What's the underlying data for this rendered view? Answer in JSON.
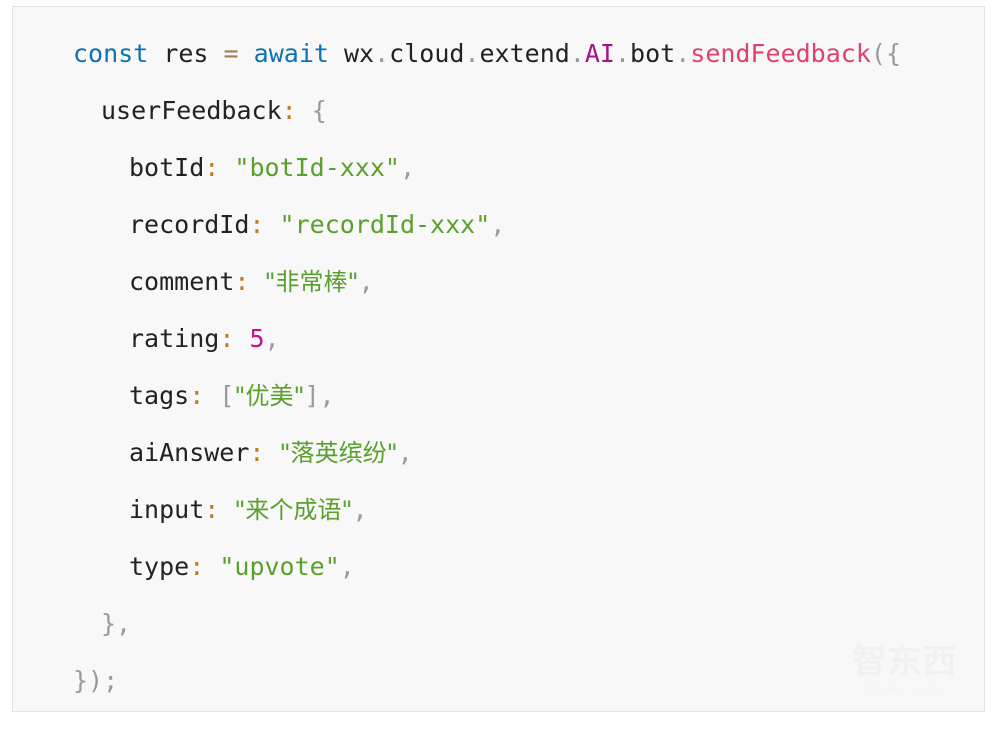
{
  "card": {
    "background": "#f8f8f8",
    "border_color": "#e2e2e2"
  },
  "palette": {
    "keyword": "#0d72b5",
    "operator": "#a0814e",
    "dot": "#9a9a9a",
    "class": "#a3148a",
    "function": "#e2416b",
    "punctuation": "#9a9a9a",
    "property": "#222222",
    "colon": "#bf7b20",
    "string": "#5aa02c",
    "number": "#c2158a",
    "plain": "#222222"
  },
  "code": {
    "language": "javascript",
    "lines": [
      {
        "indent": 0,
        "tokens": [
          {
            "t": "const",
            "k": "kw"
          },
          {
            "t": " ",
            "k": "plain"
          },
          {
            "t": "res",
            "k": "plain"
          },
          {
            "t": " ",
            "k": "plain"
          },
          {
            "t": "=",
            "k": "op"
          },
          {
            "t": " ",
            "k": "plain"
          },
          {
            "t": "await",
            "k": "kw"
          },
          {
            "t": " ",
            "k": "plain"
          },
          {
            "t": "wx",
            "k": "plain"
          },
          {
            "t": ".",
            "k": "dot"
          },
          {
            "t": "cloud",
            "k": "plain"
          },
          {
            "t": ".",
            "k": "dot"
          },
          {
            "t": "extend",
            "k": "plain"
          },
          {
            "t": ".",
            "k": "dot"
          },
          {
            "t": "AI",
            "k": "class"
          },
          {
            "t": ".",
            "k": "dot"
          },
          {
            "t": "bot",
            "k": "plain"
          },
          {
            "t": ".",
            "k": "dot"
          },
          {
            "t": "sendFeedback",
            "k": "func"
          },
          {
            "t": "({",
            "k": "punct"
          }
        ]
      },
      {
        "indent": 1,
        "tokens": [
          {
            "t": "userFeedback",
            "k": "prop"
          },
          {
            "t": ":",
            "k": "colon"
          },
          {
            "t": " ",
            "k": "plain"
          },
          {
            "t": "{",
            "k": "punct"
          }
        ]
      },
      {
        "indent": 2,
        "tokens": [
          {
            "t": "botId",
            "k": "prop"
          },
          {
            "t": ":",
            "k": "colon"
          },
          {
            "t": " ",
            "k": "plain"
          },
          {
            "t": "\"botId-xxx\"",
            "k": "str"
          },
          {
            "t": ",",
            "k": "punct"
          }
        ]
      },
      {
        "indent": 2,
        "tokens": [
          {
            "t": "recordId",
            "k": "prop"
          },
          {
            "t": ":",
            "k": "colon"
          },
          {
            "t": " ",
            "k": "plain"
          },
          {
            "t": "\"recordId-xxx\"",
            "k": "str"
          },
          {
            "t": ",",
            "k": "punct"
          }
        ]
      },
      {
        "indent": 2,
        "tokens": [
          {
            "t": "comment",
            "k": "prop"
          },
          {
            "t": ":",
            "k": "colon"
          },
          {
            "t": " ",
            "k": "plain"
          },
          {
            "t": "\"非常棒\"",
            "k": "str",
            "cjk": true
          },
          {
            "t": ",",
            "k": "punct"
          }
        ]
      },
      {
        "indent": 2,
        "tokens": [
          {
            "t": "rating",
            "k": "prop"
          },
          {
            "t": ":",
            "k": "colon"
          },
          {
            "t": " ",
            "k": "plain"
          },
          {
            "t": "5",
            "k": "num"
          },
          {
            "t": ",",
            "k": "punct"
          }
        ]
      },
      {
        "indent": 2,
        "tokens": [
          {
            "t": "tags",
            "k": "prop"
          },
          {
            "t": ":",
            "k": "colon"
          },
          {
            "t": " ",
            "k": "plain"
          },
          {
            "t": "[",
            "k": "punct"
          },
          {
            "t": "\"优美\"",
            "k": "str",
            "cjk": true
          },
          {
            "t": "]",
            "k": "punct"
          },
          {
            "t": ",",
            "k": "punct"
          }
        ]
      },
      {
        "indent": 2,
        "tokens": [
          {
            "t": "aiAnswer",
            "k": "prop"
          },
          {
            "t": ":",
            "k": "colon"
          },
          {
            "t": " ",
            "k": "plain"
          },
          {
            "t": "\"落英缤纷\"",
            "k": "str",
            "cjk": true
          },
          {
            "t": ",",
            "k": "punct"
          }
        ]
      },
      {
        "indent": 2,
        "tokens": [
          {
            "t": "input",
            "k": "prop"
          },
          {
            "t": ":",
            "k": "colon"
          },
          {
            "t": " ",
            "k": "plain"
          },
          {
            "t": "\"来个成语\"",
            "k": "str",
            "cjk": true
          },
          {
            "t": ",",
            "k": "punct"
          }
        ]
      },
      {
        "indent": 2,
        "tokens": [
          {
            "t": "type",
            "k": "prop"
          },
          {
            "t": ":",
            "k": "colon"
          },
          {
            "t": " ",
            "k": "plain"
          },
          {
            "t": "\"upvote\"",
            "k": "str"
          },
          {
            "t": ",",
            "k": "punct"
          }
        ]
      },
      {
        "indent": 1,
        "tokens": [
          {
            "t": "},",
            "k": "punct"
          }
        ]
      },
      {
        "indent": 0,
        "tokens": [
          {
            "t": "});",
            "k": "punct"
          }
        ]
      }
    ]
  },
  "watermark": {
    "logo_text": "智东西",
    "url_text": "zhidx.com",
    "color": "#f1f1f1"
  }
}
